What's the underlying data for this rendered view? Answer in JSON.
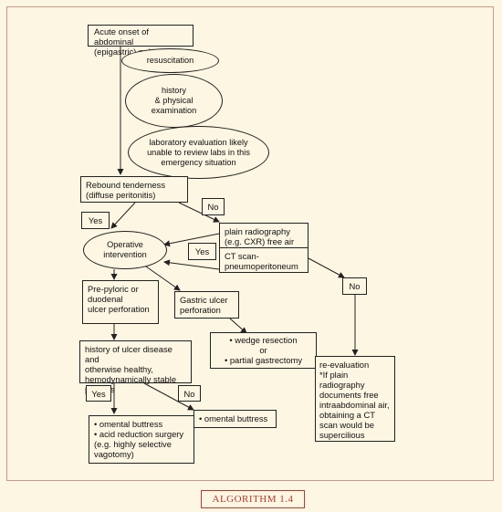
{
  "onset": "Acute onset of abdominal\n(epigastric) pain",
  "resuscitation": "resuscitation",
  "history_exam": "history\n& physical\nexamination",
  "labs": "laboratory evaluation likely\nunable to review labs in this\nemergency situation",
  "rebound": "Rebound tenderness\n(diffuse peritonitis)",
  "no1": "No",
  "yes1": "Yes",
  "operative": "Operative\nintervention",
  "plain_radiography": "plain radiography\n(e.g. CXR) free air",
  "ct_scan": "CT scan-\npneumoperitoneum",
  "yes2": "Yes",
  "no2": "No",
  "prepyloric": "Pre-pyloric or\nduodenal\nulcer perforation",
  "gastric": "Gastric ulcer\nperforation",
  "wedge": "• wedge resection\nor\n• partial gastrectomy",
  "reevaluation": "re-evaluation\n*If plain\nradiography\ndocuments free\nintraabdominal air,\nobtaining a CT\nscan would be\nsupercilious",
  "history_ulcer": "history of ulcer disease and\notherwise healthy,\nhemodynamically stable\npatients",
  "yes3": "Yes",
  "no3": "No",
  "omental_acid": "• omental buttress\n• acid reduction surgery\n  (e.g. highly selective\n  vagotomy)",
  "omental": "• omental buttress",
  "caption": "ALGORITHM 1.4"
}
